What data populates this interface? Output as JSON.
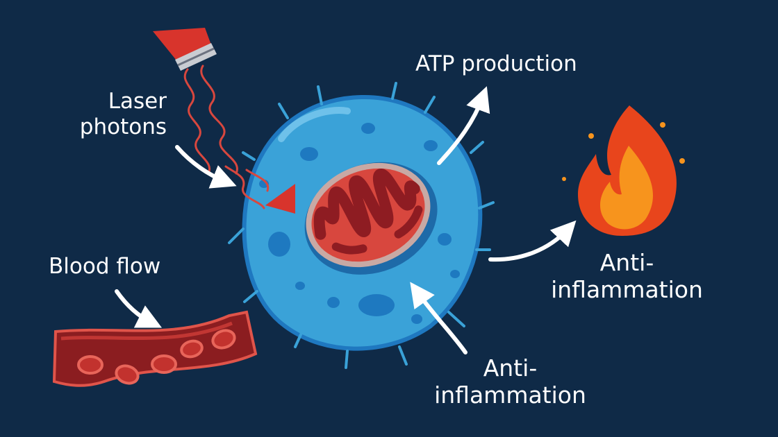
{
  "labels": {
    "laser": [
      "Laser",
      "photons"
    ],
    "atp": "ATP production",
    "blood_flow": "Blood flow",
    "anti_inflammation_right": [
      "Anti-",
      "inflammation"
    ],
    "anti_inflammation_bottom": [
      "Anti-",
      "inflammation"
    ]
  },
  "colors": {
    "background": "#0f2a47",
    "cell_body": "#3aa2d8",
    "cell_outline": "#1f78c0",
    "mitochondrion": "#d8473e",
    "mitochondrion_inner": "#8e1c22",
    "laser_housing": "#d8342c",
    "photon_wave": "#d8473e",
    "vessel": "#b22a2a",
    "flame_outer": "#e8451c",
    "flame_inner": "#f7941d",
    "arrow": "#ffffff"
  },
  "icons": [
    "laser-device-icon",
    "cell-icon",
    "mitochondrion-icon",
    "blood-vessel-icon",
    "flame-icon"
  ]
}
